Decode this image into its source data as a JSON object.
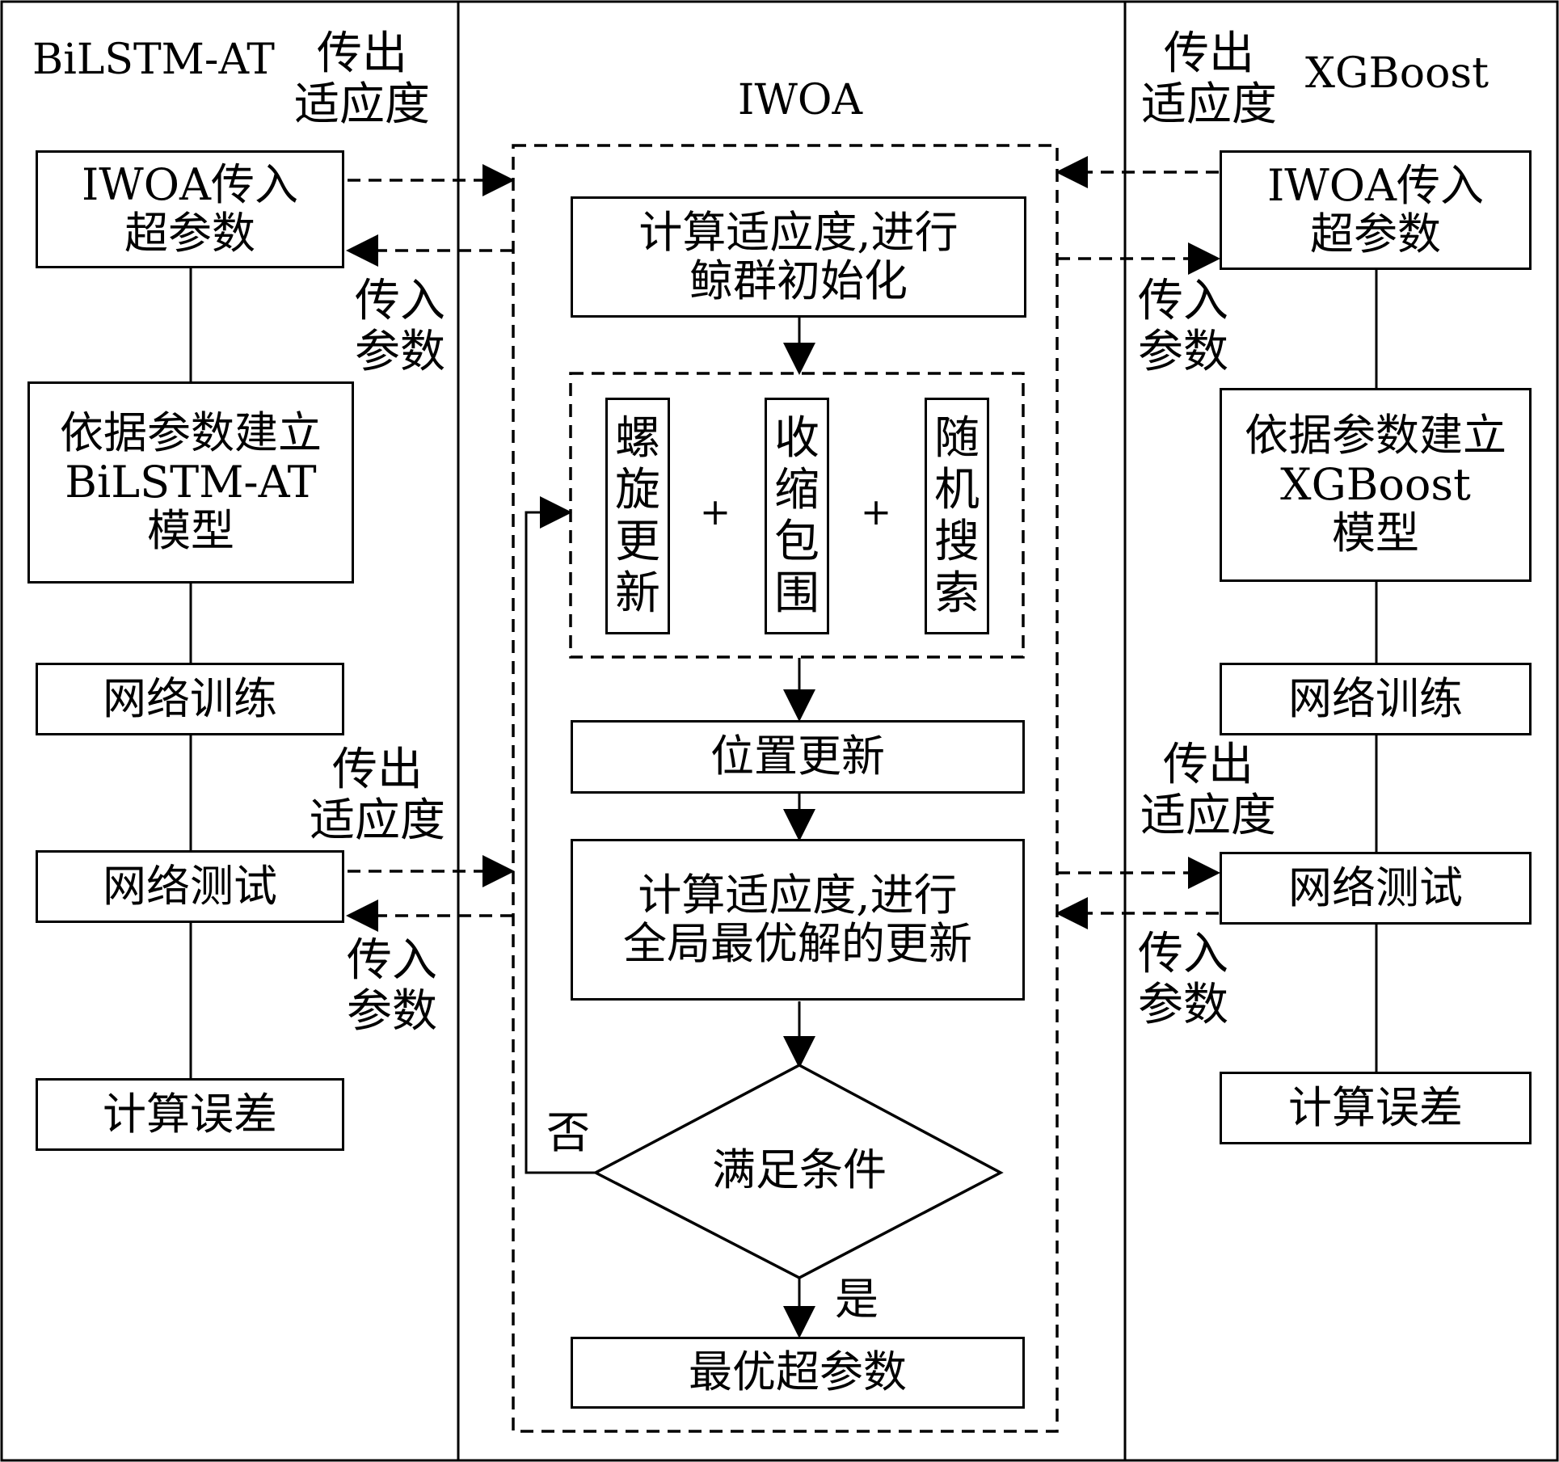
{
  "columns": {
    "left_title": "BiLSTM-AT",
    "center_title": "IWOA",
    "right_title": "XGBoost"
  },
  "left": {
    "fitness_out_top": "传出\n适应度",
    "params_in": "IWOA传入\n超参数",
    "params_in_label": "传入\n参数",
    "build_model": "依据参数建立\nBiLSTM-AT\n模型",
    "train": "网络训练",
    "fitness_out_mid": "传出\n适应度",
    "test": "网络测试",
    "params_in_label_2": "传入\n参数",
    "error": "计算误差"
  },
  "right": {
    "fitness_out_top": "传出\n适应度",
    "params_in": "IWOA传入\n超参数",
    "params_in_label": "传入\n参数",
    "build_model": "依据参数建立\nXGBoost\n模型",
    "train": "网络训练",
    "fitness_out_mid": "传出\n适应度",
    "test": "网络测试",
    "params_in_label_2": "传入\n参数",
    "error": "计算误差"
  },
  "center": {
    "init": "计算适应度,进行\n鲸群初始化",
    "spiral": "螺旋更新",
    "shrink": "收缩包围",
    "random": "随机搜索",
    "plus": "+",
    "position_update": "位置更新",
    "global_update": "计算适应度,进行\n全局最优解的更新",
    "condition": "满足条件",
    "no": "否",
    "yes": "是",
    "best": "最优超参数"
  }
}
